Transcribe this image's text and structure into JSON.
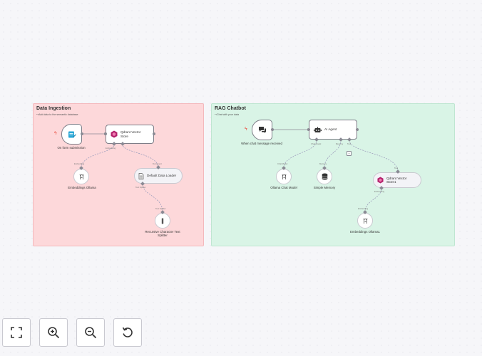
{
  "stickies": {
    "ingestion": {
      "title": "Data Ingestion",
      "subtitle": "↪Add data to the semantic database"
    },
    "rag": {
      "title": "RAG Chatbot",
      "subtitle": "↪Chat with your data"
    }
  },
  "nodes": {
    "form_trigger": {
      "label": "On form submission"
    },
    "qdrant_store_1": {
      "label": "Qdrant Vector Store"
    },
    "embeddings_ollama": {
      "label": "Embeddings Ollama"
    },
    "default_data_loader": {
      "label": "Default Data Loader"
    },
    "text_splitter": {
      "label": "Recursive Character Text Splitter"
    },
    "chat_trigger": {
      "label": "When chat message received"
    },
    "ai_agent": {
      "label": "AI Agent"
    },
    "ollama_chat_model": {
      "label": "Ollama Chat Model"
    },
    "simple_memory": {
      "label": "Simple Memory"
    },
    "qdrant_store_2": {
      "label": "Qdrant Vector Store1"
    },
    "embeddings_ollama_1": {
      "label": "Embeddings Ollama1"
    }
  },
  "handles": {
    "document": "Document",
    "embedding": "Embedding",
    "embedding2": "Embedding",
    "text_splitter": "Text Splitter",
    "chat_model": "Chat Model",
    "memory": "Memory",
    "tool": "Tool",
    "embedding3": "Embedding",
    "ai_embedding": "Embedding",
    "tool_plus": "+"
  },
  "colors": {
    "ingestion_bg": "#fdd8da",
    "rag_bg": "#d9f4e6",
    "edge": "#8a8a94",
    "ai_edge": "#9f9fbd",
    "trigger_bolt": "#ea4b3c",
    "qdrant": "#b3206b",
    "form_icon": "#2aa7d6"
  },
  "controls": {
    "fit": "fullscreen-icon",
    "zoom_in": "zoom-in-icon",
    "zoom_out": "zoom-out-icon",
    "reset": "reset-icon"
  }
}
